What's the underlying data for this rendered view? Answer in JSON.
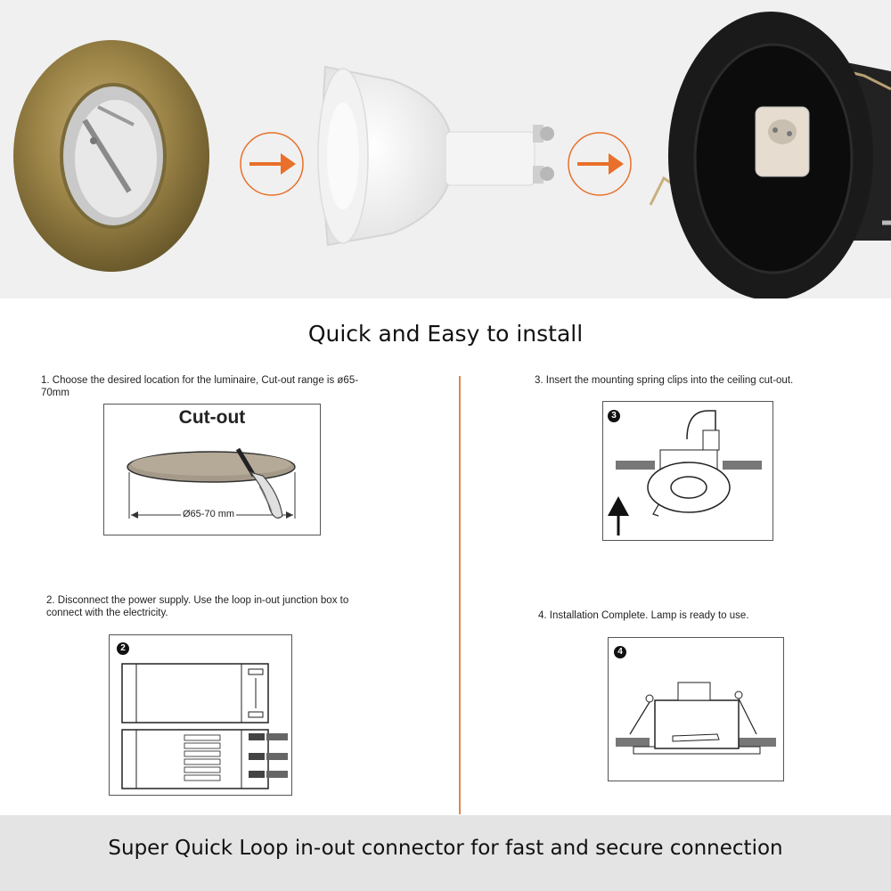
{
  "title": "Quick and Easy to install",
  "steps": [
    {
      "text": "1. Choose the desired location for the luminaire, Cut-out range is ø65-70mm"
    },
    {
      "text": "2. Disconnect the power supply. Use the loop in-out junction box to connect with the electricity."
    },
    {
      "text": "3. Insert the mounting spring clips into the ceiling cut-out."
    },
    {
      "text": "4. Installation Complete. Lamp is ready to use."
    }
  ],
  "cutout": {
    "label": "Cut-out",
    "dimension": "Ø65-70 mm"
  },
  "badges": {
    "step2": "2",
    "step3": "3",
    "step4": "4"
  },
  "footer": "Super Quick Loop in-out connector for fast and secure connection",
  "colors": {
    "accent": "#e8702a",
    "brass": "#a08850",
    "fixture_black": "#1a1a1a",
    "divider": "#d98a55"
  },
  "icons": [
    "arrow-right-icon",
    "arrow-right-icon",
    "arrow-up-icon"
  ]
}
